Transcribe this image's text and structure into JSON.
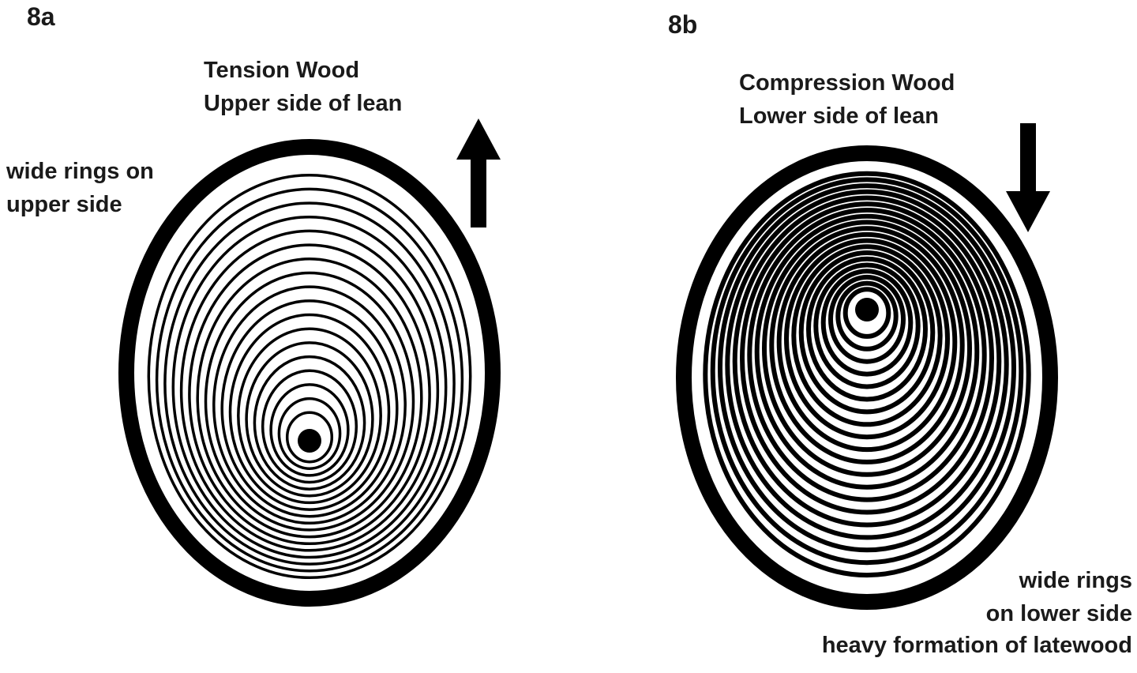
{
  "panels": [
    {
      "id": "8a",
      "label": "8a",
      "title_lines": [
        "Tension Wood",
        "Upper side of lean"
      ],
      "annotation_lines": [
        "wide rings on",
        "upper side"
      ],
      "arrow": "up",
      "pith_position": "lower",
      "ring_count": 18
    },
    {
      "id": "8b",
      "label": "8b",
      "title_lines": [
        "Compression Wood",
        "Lower side of lean"
      ],
      "annotation_lines": [
        "wide rings",
        "on lower side",
        "heavy formation of latewood"
      ],
      "arrow": "down",
      "pith_position": "upper",
      "ring_count": 20
    }
  ],
  "colors": {
    "ink": "#000000",
    "background": "#ffffff",
    "text": "#1a1a1a"
  }
}
